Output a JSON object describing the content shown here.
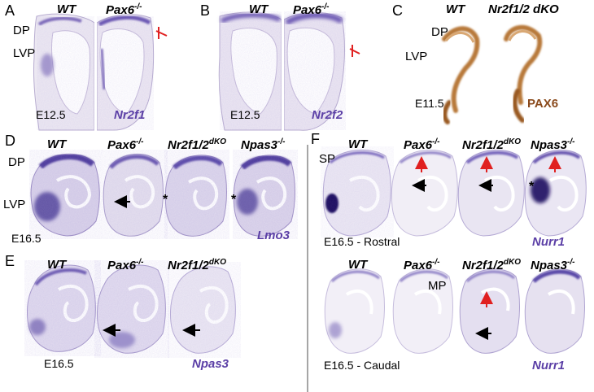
{
  "colors": {
    "purple_stain": "#5a48a8",
    "brown_stain": "#b8793b",
    "marker_purple": "#5b3fa6",
    "marker_brown": "#8a4a1c",
    "red_arrow": "#e02020",
    "black_arrow": "#000000"
  },
  "panels": {
    "A": {
      "letter": "A",
      "genotypes": [
        "WT",
        "Pax6"
      ],
      "genotype_sup": [
        "",
        "-/-"
      ],
      "regions": [
        "DP",
        "LVP"
      ],
      "stage": "E12.5",
      "marker": "Nr2f1",
      "marker_color": "purple"
    },
    "B": {
      "letter": "B",
      "genotypes": [
        "WT",
        "Pax6"
      ],
      "genotype_sup": [
        "",
        "-/-"
      ],
      "stage": "E12.5",
      "marker": "Nr2f2",
      "marker_color": "purple"
    },
    "C": {
      "letter": "C",
      "genotypes": [
        "WT",
        "Nr2f1/2 dKO"
      ],
      "regions": [
        "DP",
        "LVP"
      ],
      "stage": "E11.5",
      "marker": "PAX6",
      "marker_color": "brown"
    },
    "D": {
      "letter": "D",
      "genotypes": [
        "WT",
        "Pax6",
        "Nr2f1/2",
        "Npas3"
      ],
      "genotype_sup": [
        "",
        "-/-",
        "dKO",
        "-/-"
      ],
      "regions": [
        "DP",
        "LVP"
      ],
      "stage": "E16.5",
      "marker": "Lmo3",
      "asterisk": "*"
    },
    "E": {
      "letter": "E",
      "genotypes": [
        "WT",
        "Pax6",
        "Nr2f1/2"
      ],
      "genotype_sup": [
        "",
        "-/-",
        "dKO"
      ],
      "stage": "E16.5",
      "marker": "Npas3"
    },
    "F": {
      "letter": "F",
      "genotypes": [
        "WT",
        "Pax6",
        "Nr2f1/2",
        "Npas3"
      ],
      "genotype_sup": [
        "",
        "-/-",
        "dKO",
        "-/-"
      ],
      "rostral": {
        "region": "SP",
        "stage": "E16.5 - Rostral",
        "marker": "Nurr1"
      },
      "caudal": {
        "region": "MP",
        "stage": "E16.5 - Caudal",
        "marker": "Nurr1"
      },
      "asterisk": "*"
    }
  }
}
